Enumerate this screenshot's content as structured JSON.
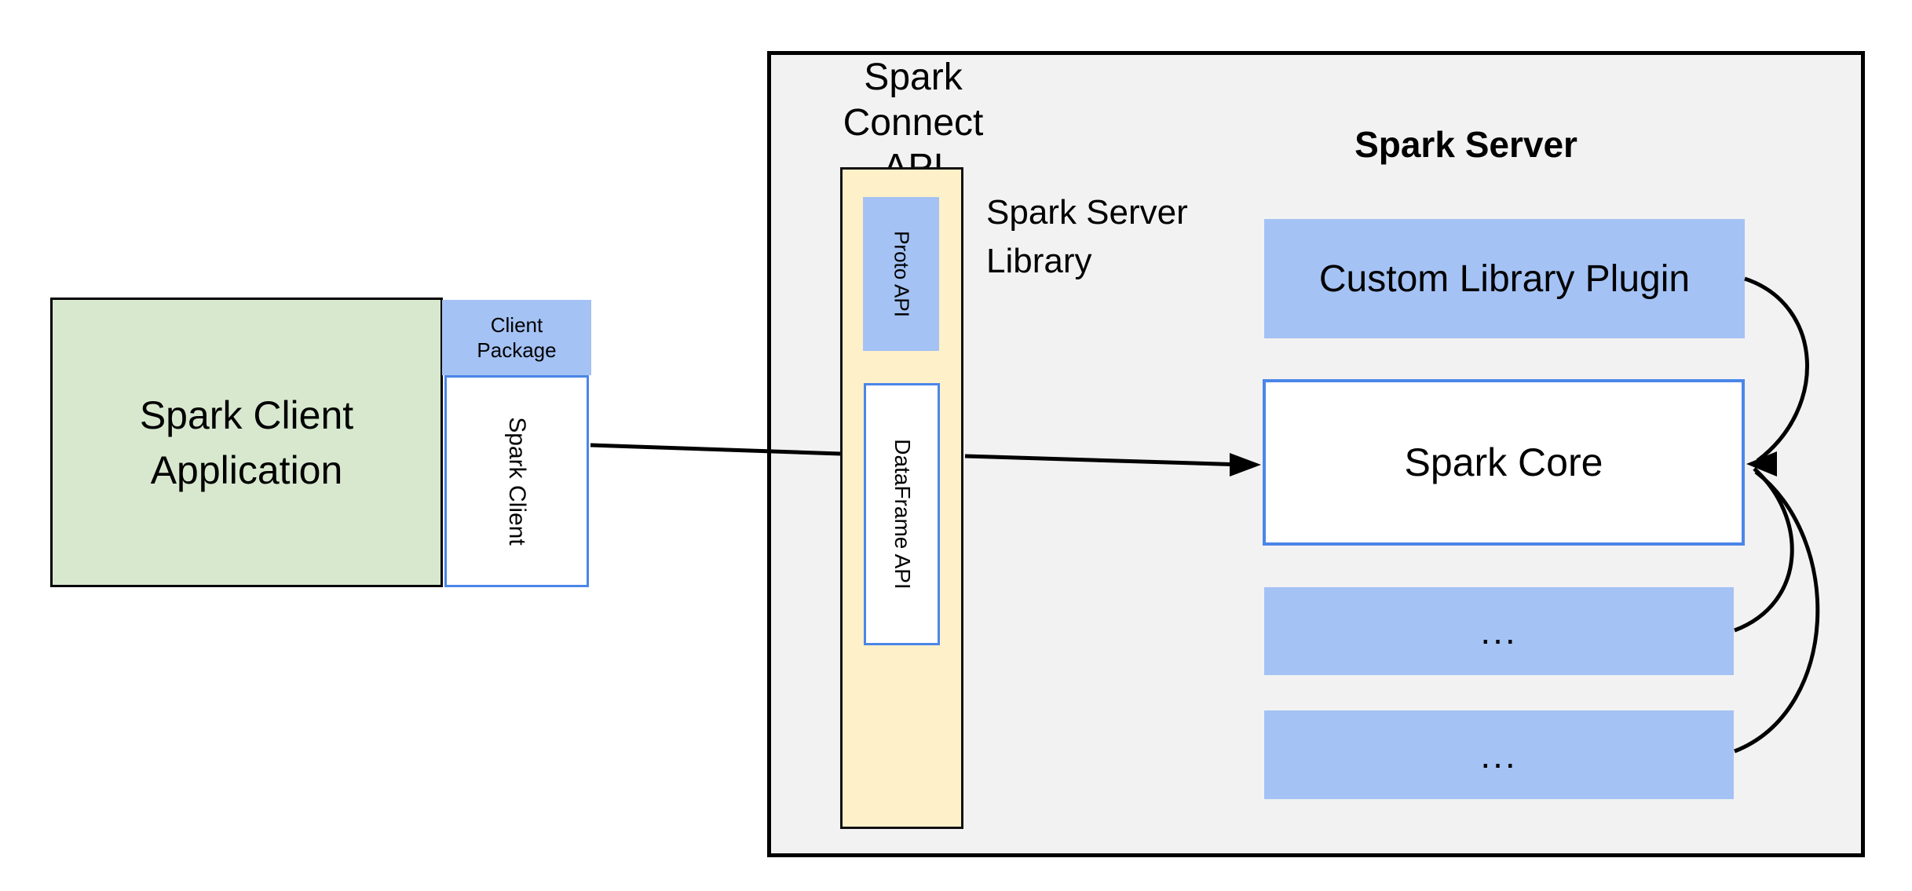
{
  "diagram": {
    "client": {
      "app_label": "Spark Client Application",
      "package_label": "Client Package",
      "client_label": "Spark Client"
    },
    "connect": {
      "title_lines": [
        "Spark Connect",
        "API"
      ],
      "proto_label": "Proto API",
      "dataframe_label": "DataFrame API",
      "library_label_lines": [
        "Spark Server",
        "Library"
      ]
    },
    "server": {
      "title": "Spark Server",
      "plugin_label": "Custom Library Plugin",
      "core_label": "Spark Core",
      "ellipsis_1": "...",
      "ellipsis_2": "..."
    },
    "colors": {
      "green-fill": "#d7e8ce",
      "blue-fill": "#a4c2f4",
      "yellow-fill": "#fef0c9",
      "gray-fill": "#f2f2f2",
      "blue-border": "#4b86e8",
      "line-color": "#000000"
    }
  }
}
